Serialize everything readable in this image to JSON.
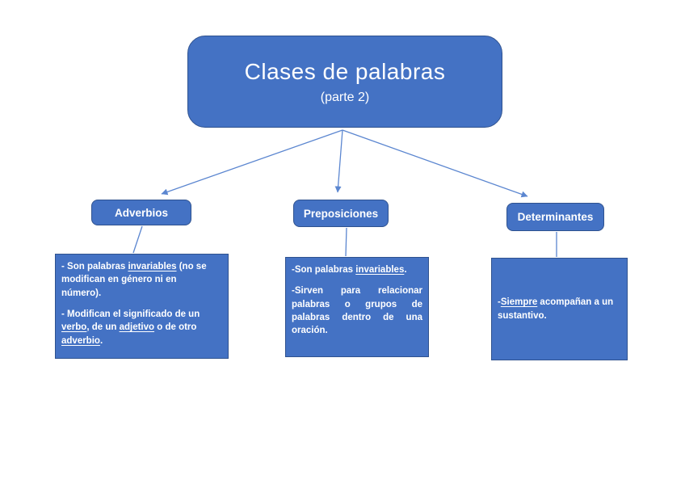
{
  "title": {
    "main": "Clases de palabras",
    "sub": "(parte 2)"
  },
  "colors": {
    "box_fill": "#4472C4",
    "box_border": "#2F528F",
    "connector": "#5B86D0",
    "text": "#FFFFFF"
  },
  "branches": [
    {
      "label": "Adverbios",
      "paragraphs": [
        {
          "segments": [
            {
              "t": "- Son palabras "
            },
            {
              "t": "invariables",
              "u": true
            },
            {
              "t": " (no se"
            },
            {
              "br": true
            },
            {
              "t": "modifican en género ni en"
            },
            {
              "br": true
            },
            {
              "t": "número)."
            }
          ]
        },
        {
          "segments": [
            {
              "t": "- Modifican el significado de un"
            },
            {
              "br": true
            },
            {
              "t": "verbo",
              "u": true
            },
            {
              "t": ", de un "
            },
            {
              "t": "adjetivo",
              "u": true
            },
            {
              "t": " o de otro"
            },
            {
              "br": true
            },
            {
              "t": "adverbio",
              "u": true
            },
            {
              "t": "."
            }
          ]
        }
      ]
    },
    {
      "label": "Preposiciones",
      "paragraphs": [
        {
          "segments": [
            {
              "t": "-Son palabras "
            },
            {
              "t": "invariables",
              "u": true
            },
            {
              "t": "."
            }
          ]
        },
        {
          "segments": [
            {
              "t": "-Sirven para relacionar palabras o grupos de palabras dentro de una oración."
            }
          ]
        }
      ]
    },
    {
      "label": "Determinantes",
      "paragraphs": [
        {
          "segments": [
            {
              "t": "-"
            },
            {
              "t": "Siempre",
              "u": true
            },
            {
              "t": " acompañan a un"
            },
            {
              "br": true
            },
            {
              "t": "sustantivo."
            }
          ]
        }
      ]
    }
  ]
}
